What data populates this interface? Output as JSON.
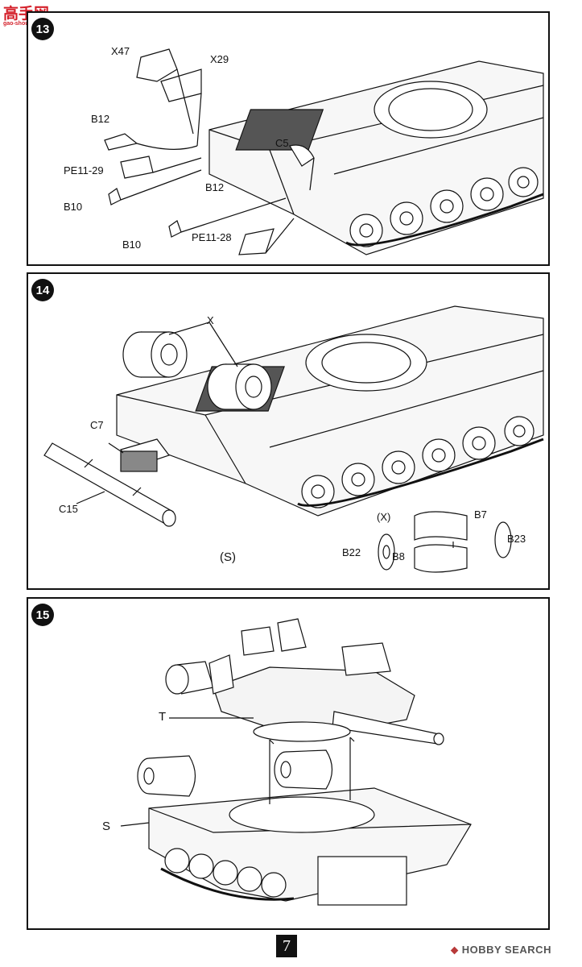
{
  "watermark": {
    "main": "高手网",
    "sub": "gao-shou.com"
  },
  "steps": [
    {
      "number": "13",
      "labels": [
        "X47",
        "X29",
        "B12",
        "C5",
        "PE11-29",
        "B10",
        "B12",
        "B10",
        "PE11-28"
      ]
    },
    {
      "number": "14",
      "labels": [
        "X",
        "C7",
        "C15",
        "(X)",
        "B7",
        "B22",
        "B8",
        "B23",
        "(S)"
      ]
    },
    {
      "number": "15",
      "labels": [
        "T",
        "S"
      ]
    }
  ],
  "page_number": "7",
  "footer": {
    "brand": "HOBBY SEARCH"
  },
  "colors": {
    "ink": "#111111",
    "paper": "#ffffff",
    "watermark_red": "#d4202a"
  }
}
